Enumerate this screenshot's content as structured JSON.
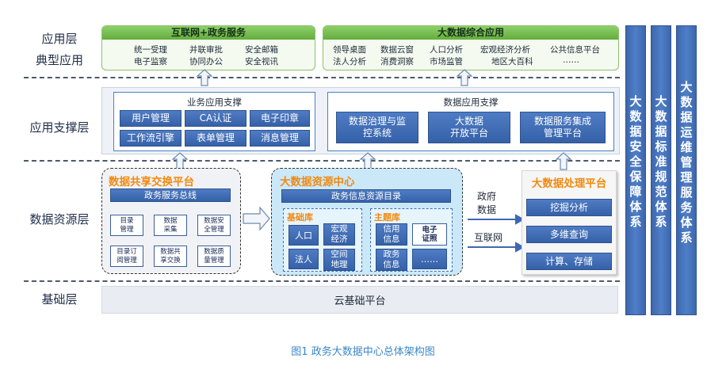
{
  "layers": {
    "app": "应用层",
    "app_sub": "典型应用",
    "support": "应用支撑层",
    "resource": "数据资源层",
    "base": "基础层"
  },
  "apps": {
    "left": {
      "title": "互联网+政务服务",
      "items": [
        "统一受理",
        "并联审批",
        "安全邮箱",
        "电子监察",
        "协同办公",
        "安全视讯"
      ]
    },
    "right": {
      "title": "大数据综合应用",
      "items": [
        "领导桌面",
        "数据云窗",
        "人口分析",
        "宏观经济分析",
        "公共信息平台",
        "法人分析",
        "消费洞察",
        "市场监管",
        "地区大百科",
        "……"
      ]
    }
  },
  "support": {
    "business": {
      "title": "业务应用支撑",
      "buttons": [
        "用户管理",
        "CA认证",
        "电子印章",
        "工作流引擎",
        "表单管理",
        "消息管理"
      ]
    },
    "data": {
      "title": "数据应用支撑",
      "buttons": [
        "数据治理与监\n控系统",
        "大数据\n开放平台",
        "数据服务集成\n管理平台"
      ]
    }
  },
  "exchange": {
    "title": "数据共享交换平台",
    "bus": "政务服务总线",
    "tiles": [
      "目录\n管理",
      "数据\n采集",
      "数据安\n全管理",
      "目录订\n阅管理",
      "数据共\n享交换",
      "数据质\n量管理"
    ]
  },
  "resource_center": {
    "title": "大数据资源中心",
    "catalog": "政务信息资源目录",
    "base_lib": {
      "title": "基础库",
      "items": [
        "人口",
        "宏观\n经济",
        "法人",
        "空间\n地理"
      ]
    },
    "theme_lib": {
      "title": "主题库",
      "items": [
        "信用\n信息",
        "电子\n证照",
        "政务\n信息",
        "……"
      ]
    }
  },
  "flow_labels": {
    "gov": "政府\n数据",
    "internet": "互联网"
  },
  "processing": {
    "title": "大数据处理平台",
    "buttons": [
      "挖掘分析",
      "多维查询",
      "计算、存储"
    ]
  },
  "cloud": "云基础平台",
  "pillars": [
    "大\n数\n据\n安\n全\n保\n障\n体\n系",
    "大\n数\n据\n标\n准\n规\n范\n体\n系",
    "大\n数\n据\n运\n维\n管\n理\n服\n务\n体\n系"
  ],
  "caption": "图1   政务大数据中心总体架构图",
  "colors": {
    "accent_orange": "#f08a10",
    "blue_button": "#3d69b0",
    "green_header": "#6cb446",
    "caption_blue": "#3a86c8"
  }
}
